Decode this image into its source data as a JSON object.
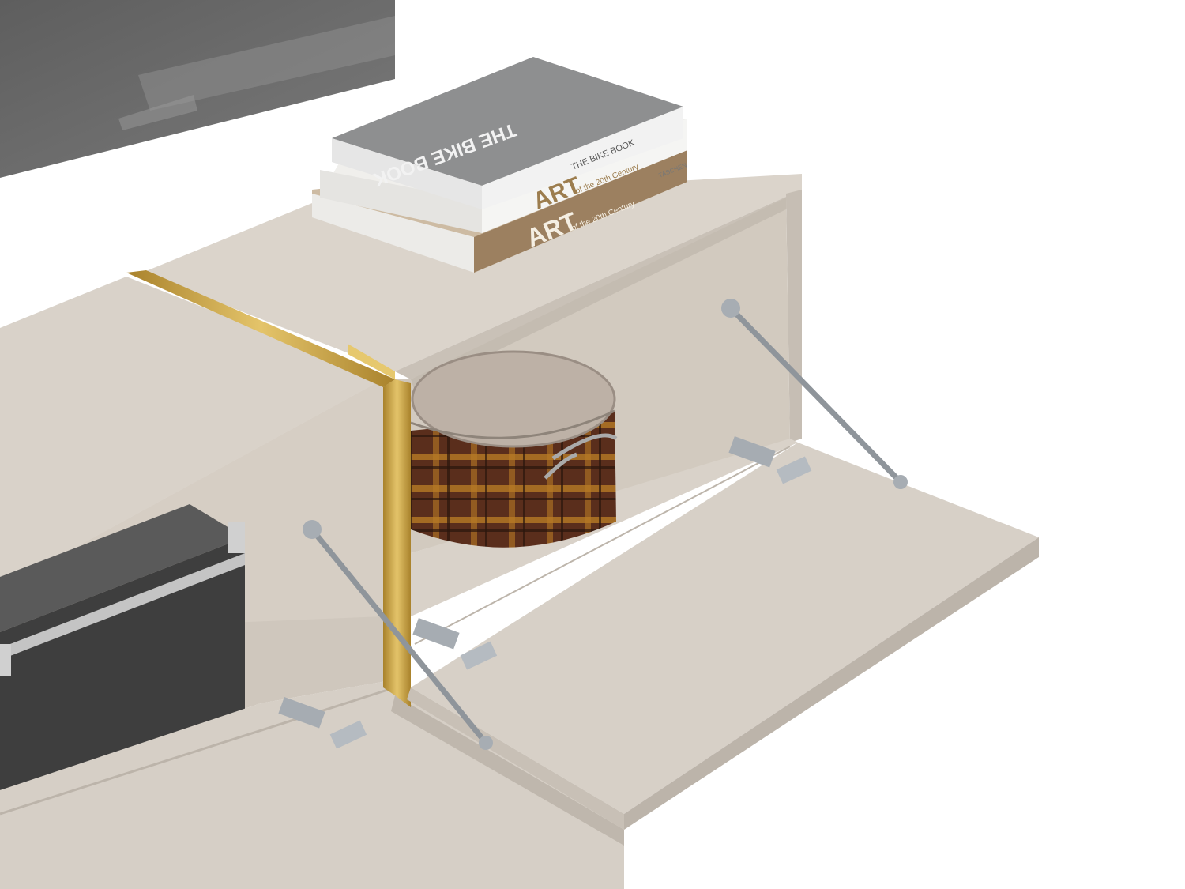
{
  "scene": {
    "subject": "Wall-mounted TV cabinet with open flap doors",
    "colors": {
      "background": "#ffffff",
      "cabinet_body": "#d8d1c8",
      "cabinet_shadow": "#c8c0b6",
      "cabinet_inner": "#cfc7bd",
      "gold_trim": "#c9a040",
      "tv_screen": "#6b6b6b",
      "gray_box": "#4a4a4a",
      "hardware": "#9aa0a6"
    }
  },
  "books": [
    {
      "id": "bike-book",
      "spine_title": "THE BIKE BOOK",
      "cover_title": "THE BIKE BOOK",
      "cover_color": "#8e8f90",
      "spine_color": "#f2f2f2"
    },
    {
      "id": "art-book-upper",
      "spine_title": "ART",
      "spine_sub": "of the 20th Century",
      "publisher": "TASCHEN",
      "spine_color": "#f5f5f3"
    },
    {
      "id": "art-book-lower",
      "spine_title": "ART",
      "spine_sub": "of the 20th Century",
      "spine_color": "#9c8060"
    }
  ]
}
